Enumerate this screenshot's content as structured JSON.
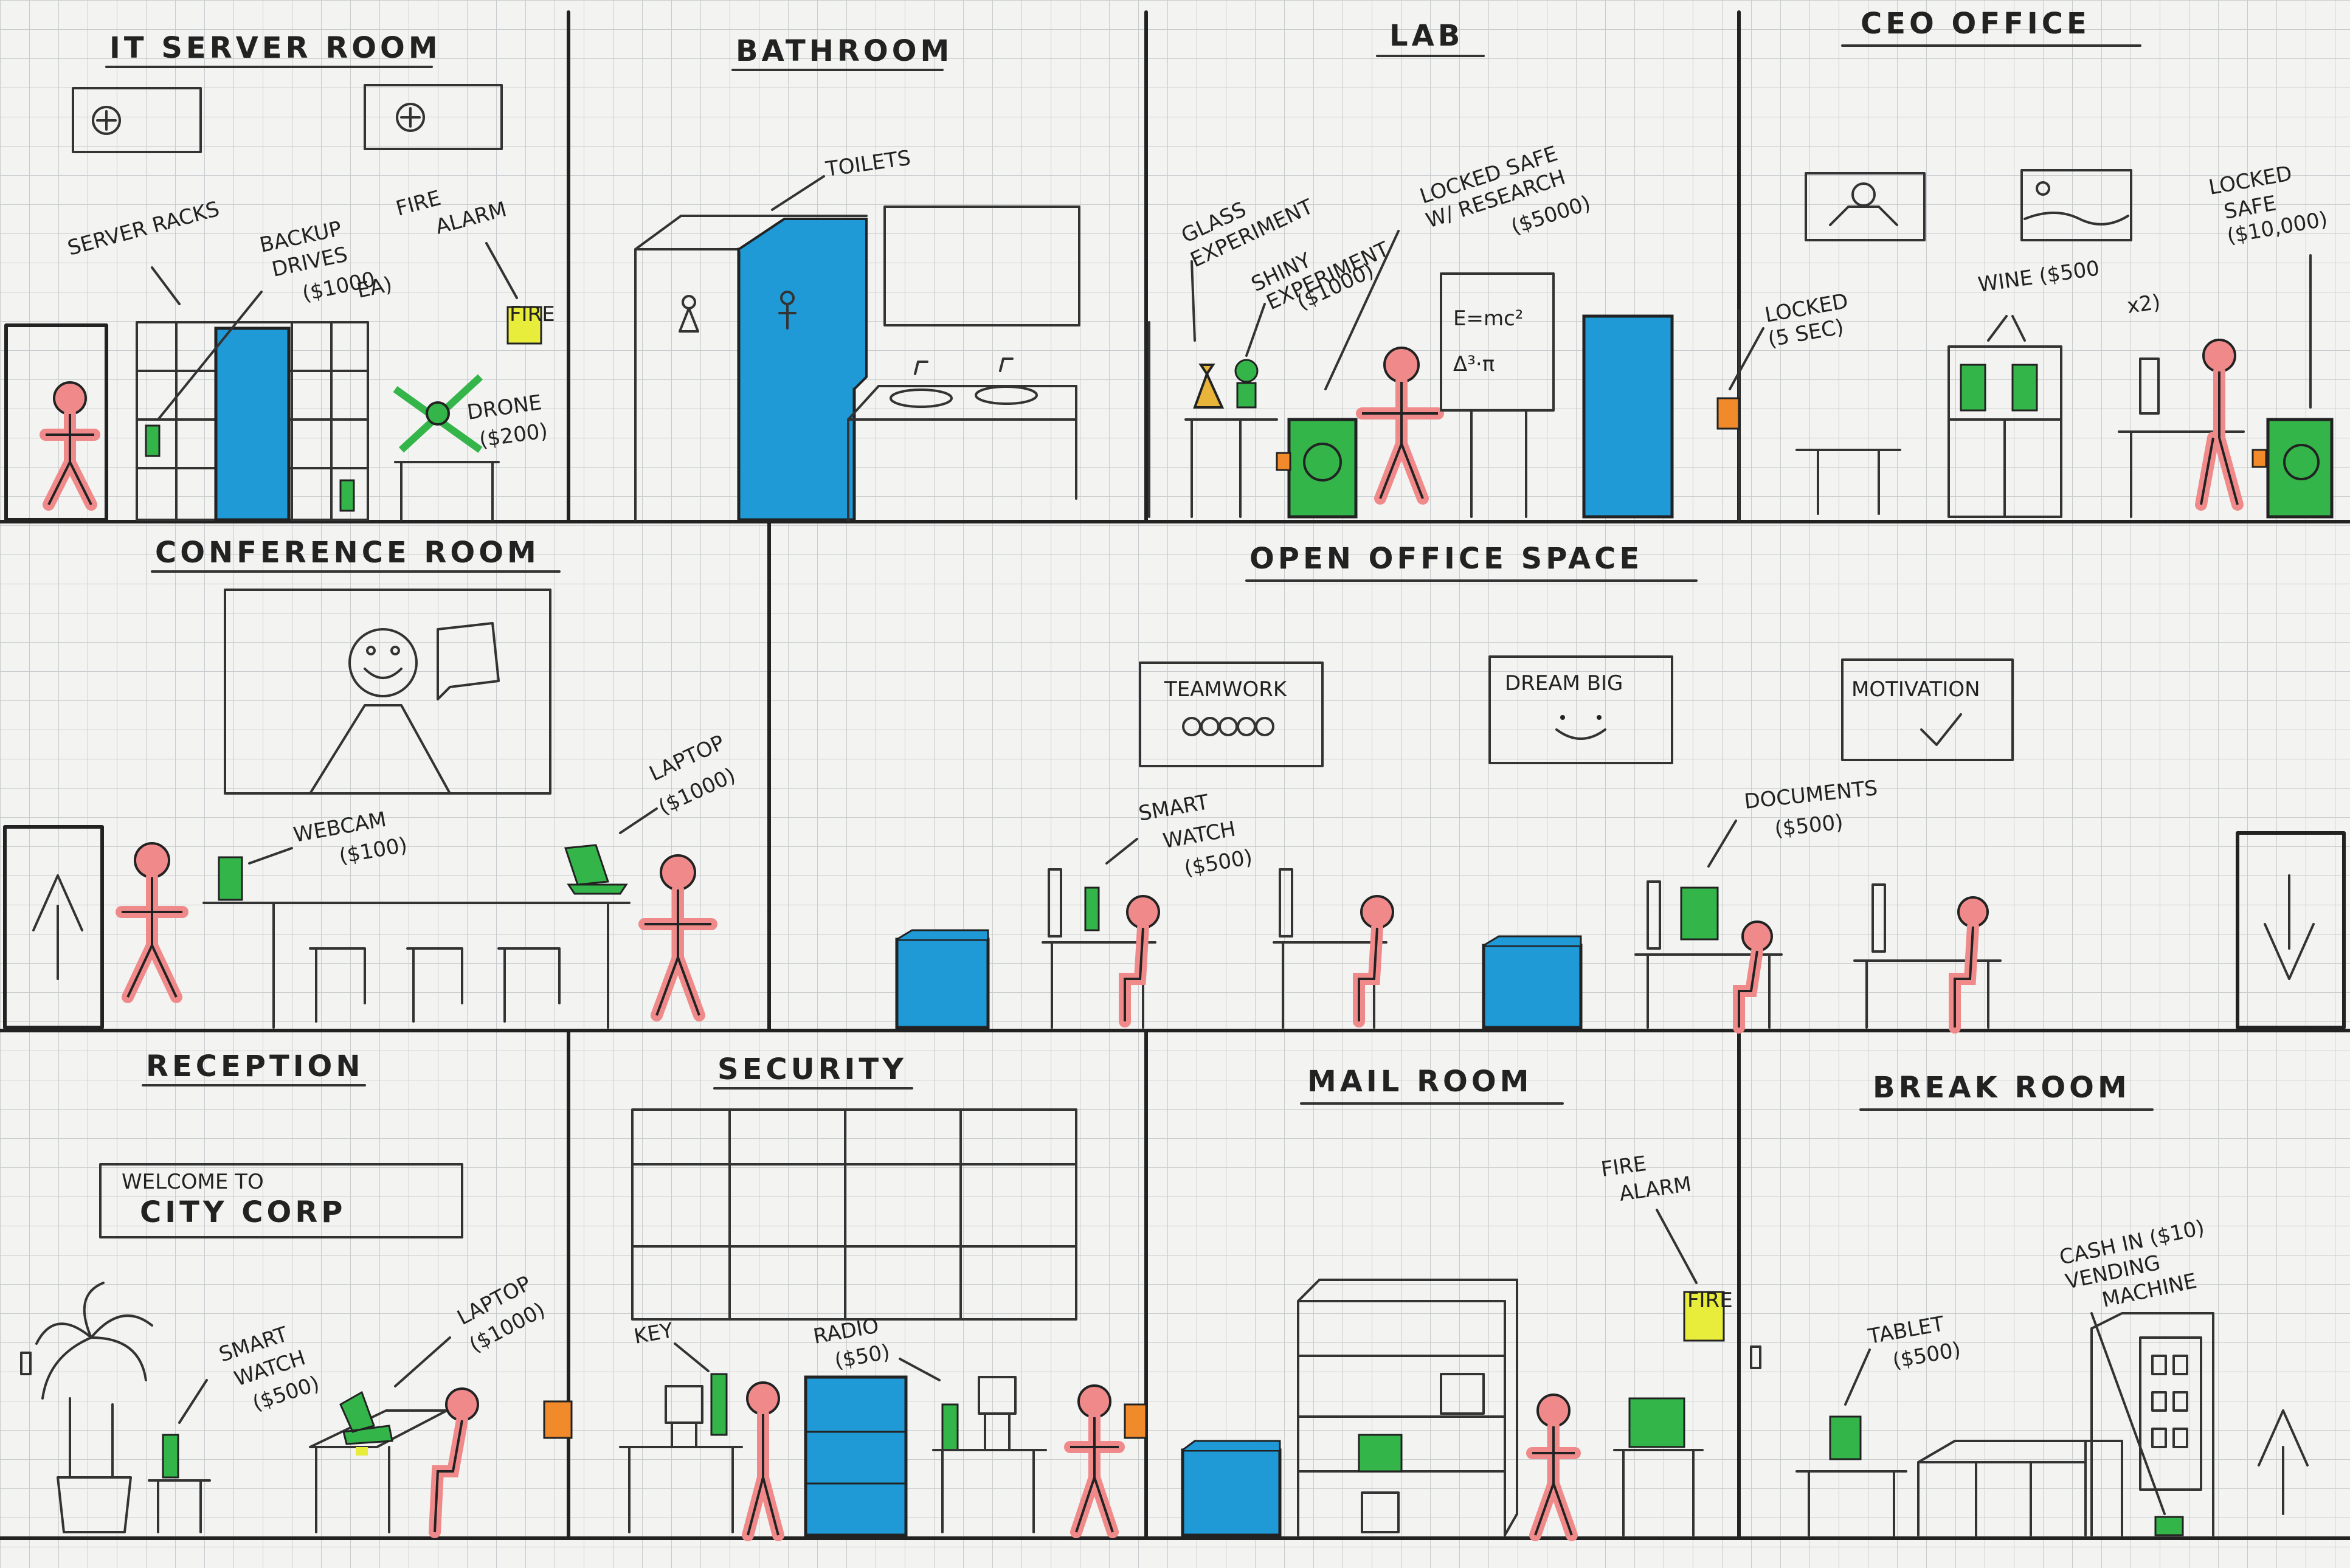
{
  "colors": {
    "paper": "#f3f3f1",
    "grid": "#c8ccce",
    "ink": "#222222",
    "person": "#f08a8a",
    "door": "#1f9ad6",
    "loot": "#33b54a",
    "orange": "#f08a2a",
    "fire": "#e8ec3a"
  },
  "rooms": [
    {
      "key": "it",
      "title": "IT SERVER ROOM"
    },
    {
      "key": "bathroom",
      "title": "BATHROOM"
    },
    {
      "key": "lab",
      "title": "LAB"
    },
    {
      "key": "ceo",
      "title": "CEO OFFICE"
    },
    {
      "key": "conference",
      "title": "CONFERENCE ROOM"
    },
    {
      "key": "open",
      "title": "OPEN OFFICE SPACE"
    },
    {
      "key": "reception",
      "title": "RECEPTION"
    },
    {
      "key": "security",
      "title": "SECURITY"
    },
    {
      "key": "mail",
      "title": "MAIL ROOM"
    },
    {
      "key": "break",
      "title": "BREAK ROOM"
    }
  ],
  "notes": {
    "server_racks": "SERVER RACKS",
    "backup_drives": [
      "BACKUP",
      "DRIVES",
      "($1000",
      "EA)"
    ],
    "fire_alarm_it": [
      "FIRE",
      "ALARM"
    ],
    "fire_sign": "FIRE",
    "drone": [
      "DRONE",
      "($200)"
    ],
    "toilets": "TOILETS",
    "glass_experiment": [
      "GLASS",
      "EXPERIMENT"
    ],
    "shiny_experiment": [
      "SHINY",
      "EXPERIMENT",
      "($1000)"
    ],
    "locked_safe_lab": [
      "LOCKED SAFE",
      "W/ RESEARCH",
      "($5000)"
    ],
    "formula1": "E=mc²",
    "formula2": "Δ³·π",
    "locked_ceo": [
      "LOCKED",
      "(5 SEC)"
    ],
    "wine": [
      "WINE ($500",
      "x2)"
    ],
    "locked_safe_ceo": [
      "LOCKED",
      "SAFE",
      "($10,000)"
    ],
    "webcam": [
      "WEBCAM",
      "($100)"
    ],
    "laptop_conf": [
      "LAPTOP",
      "($1000)"
    ],
    "poster_teamwork": "TEAMWORK",
    "poster_dream": "DREAM BIG",
    "poster_motivation": "MOTIVATION",
    "smart_watch_open": [
      "SMART",
      "WATCH",
      "($500)"
    ],
    "documents": [
      "DOCUMENTS",
      "($500)"
    ],
    "welcome_line1": "WELCOME TO",
    "welcome_line2": "CITY CORP",
    "smart_watch_rec": [
      "SMART",
      "WATCH",
      "($500)"
    ],
    "laptop_rec": [
      "LAPTOP",
      "($1000)"
    ],
    "key": "KEY",
    "radio": [
      "RADIO",
      "($50)"
    ],
    "fire_alarm_mail": [
      "FIRE",
      "ALARM"
    ],
    "tablet": [
      "TABLET",
      "($500)"
    ],
    "cash_vending": [
      "CASH IN ($10)",
      "VENDING",
      "MACHINE"
    ]
  }
}
